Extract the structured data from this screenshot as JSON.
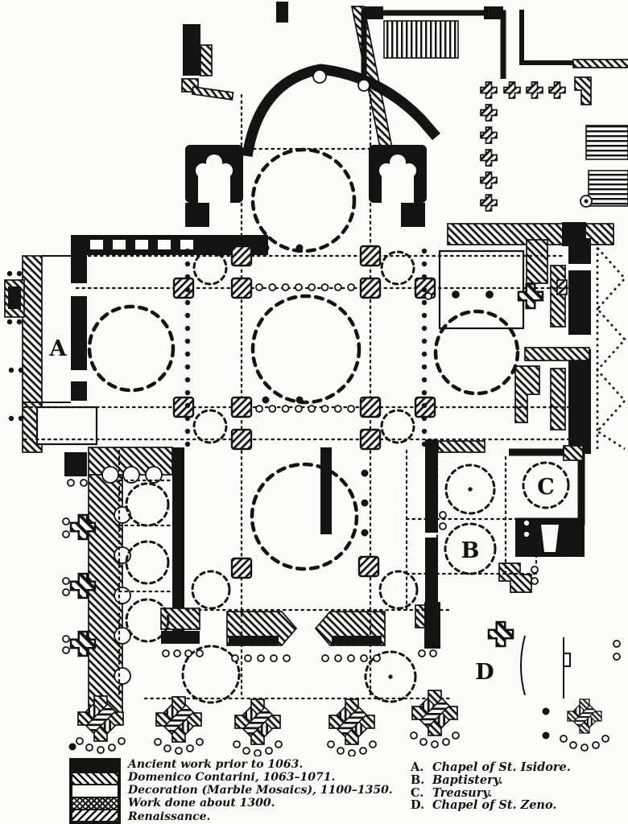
{
  "plan": {
    "labels": [
      {
        "char": "A",
        "name": "Chapel of St. Isidore"
      },
      {
        "char": "B",
        "name": "Baptistery"
      },
      {
        "char": "C",
        "name": "Treasury"
      },
      {
        "char": "D",
        "name": "Chapel of St. Zeno"
      }
    ]
  },
  "legend": {
    "items": [
      {
        "pattern": "solid-black",
        "text": "Ancient work prior to 1063."
      },
      {
        "pattern": "diagonal-hatch-left",
        "text": "Domenico Contarini, 1063–1071."
      },
      {
        "pattern": "plain-white",
        "text": "Decoration (Marble Mosaics), 1100–1350."
      },
      {
        "pattern": "cross-hatch",
        "text": "Work done about 1300."
      },
      {
        "pattern": "diagonal-hatch-right",
        "text": "Renaissance."
      }
    ]
  },
  "key": {
    "items": [
      {
        "letter": "A.",
        "text": "Chapel of St. Isidore."
      },
      {
        "letter": "B.",
        "text": "Baptistery."
      },
      {
        "letter": "C.",
        "text": "Treasury."
      },
      {
        "letter": "D.",
        "text": "Chapel of St. Zeno."
      }
    ]
  },
  "colors": {
    "ink": "#131313",
    "paper": "#fbfbf8"
  }
}
